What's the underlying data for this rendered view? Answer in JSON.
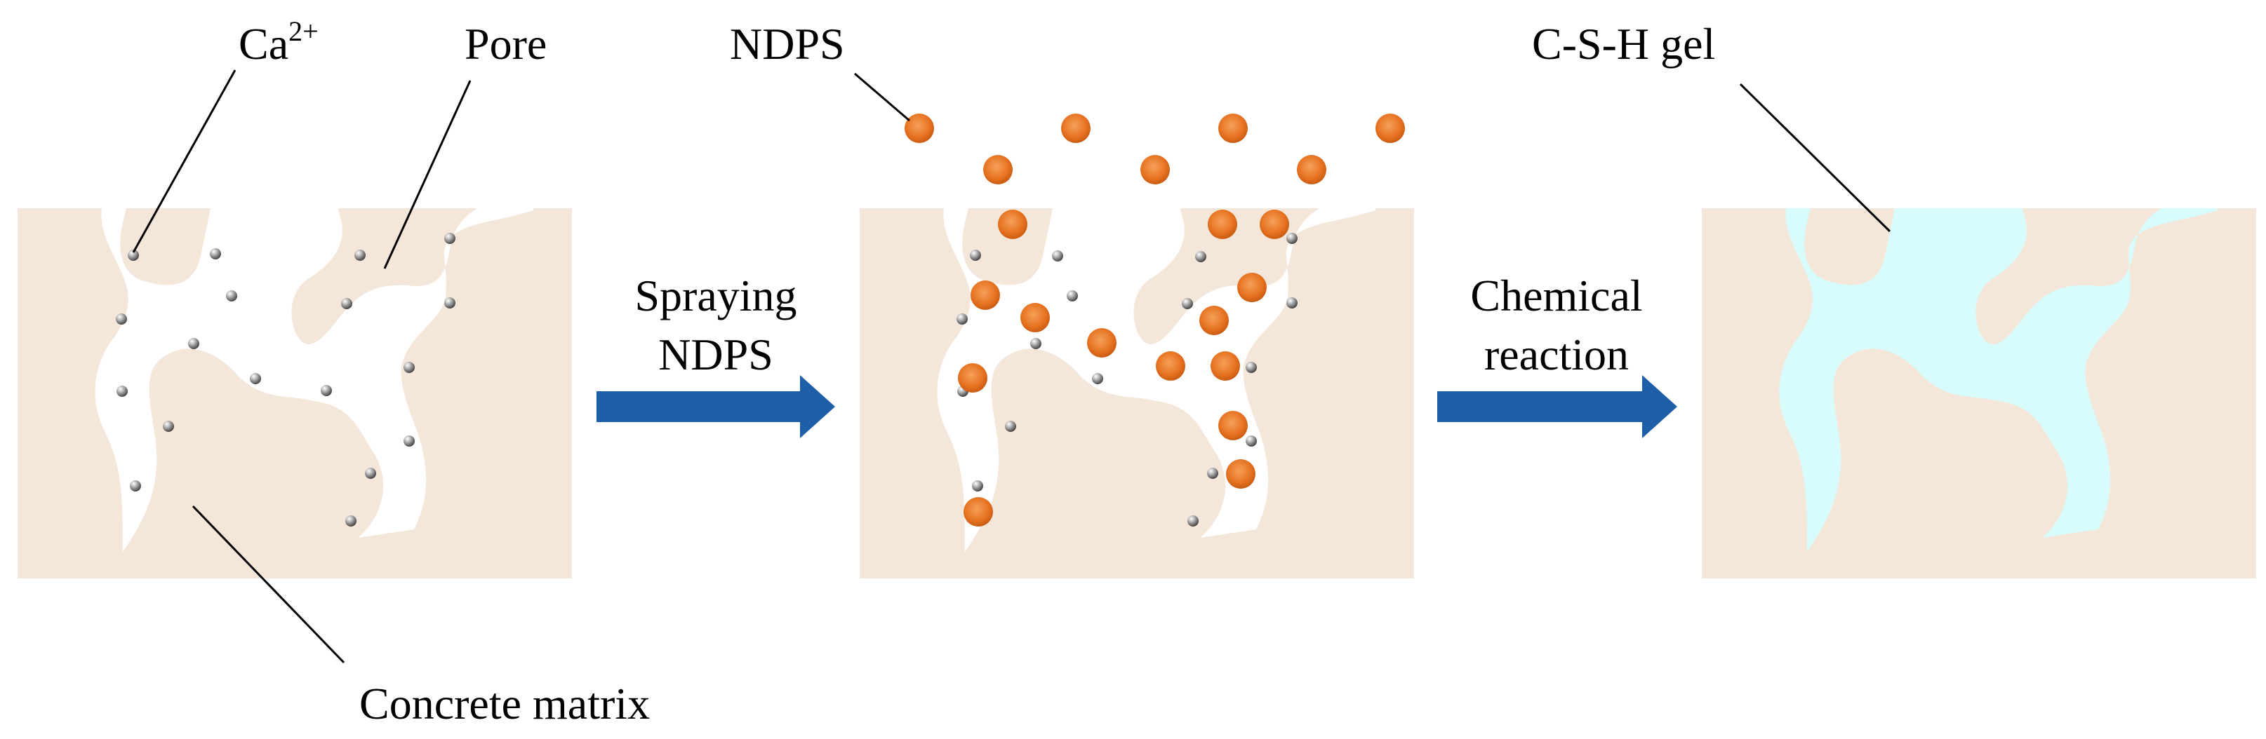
{
  "labels": {
    "ca_base": "Ca",
    "ca_sup": "2+",
    "pore": "Pore",
    "ndps": "NDPS",
    "csh_gel": "C-S-H gel",
    "concrete_matrix": "Concrete matrix"
  },
  "arrows": [
    {
      "line1": "Spraying",
      "line2": "NDPS"
    },
    {
      "line1": "Chemical",
      "line2": "reaction"
    }
  ],
  "colors": {
    "matrix": "#f5e6da",
    "pore": "#ffffff",
    "csh_gel": "#d8fcfc",
    "ndps_particle": "#e5711f",
    "calcium_ion": "#9a9a9a",
    "arrow": "#1f5fa8"
  }
}
